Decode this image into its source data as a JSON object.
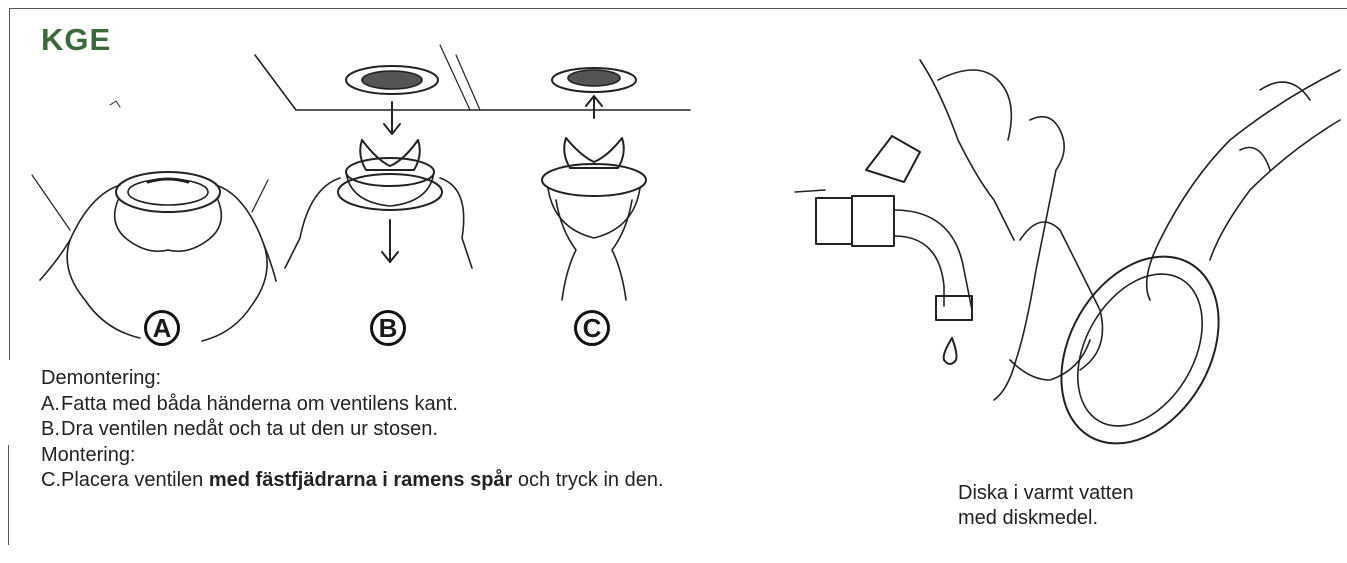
{
  "title": "KGE",
  "steps": {
    "a_label": "A",
    "b_label": "B",
    "c_label": "C"
  },
  "instructions": {
    "demontering_heading": "Demontering:",
    "a_marker": "A.",
    "a_text": "Fatta med båda händerna om ventilens kant.",
    "b_marker": "B.",
    "b_text": "Dra ventilen nedåt och ta ut den ur stosen.",
    "montering_heading": "Montering:",
    "c_marker": "C.",
    "c_text_before": "Placera ventilen ",
    "c_text_bold": "med fästfjädrarna i ramens spår",
    "c_text_after": " och tryck in den."
  },
  "caption": {
    "line1": "Diska i varmt vatten",
    "line2": "med diskmedel."
  }
}
